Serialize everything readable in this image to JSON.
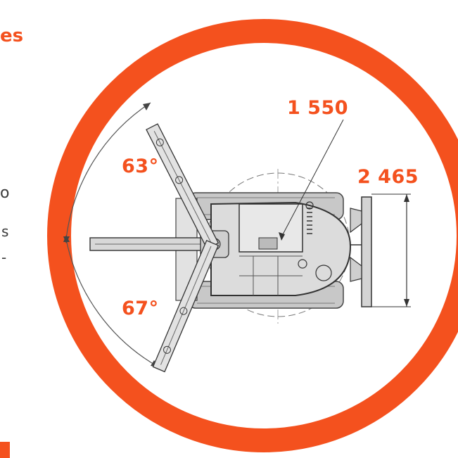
{
  "colors": {
    "accent": "#f4511e",
    "drawing_line": "#4a4a4a",
    "drawing_fill": "#d6d6d6",
    "text_dark": "#3a3a3a"
  },
  "header_fragment": "es",
  "side_text_fragments": [
    "o",
    "s",
    "-"
  ],
  "dimensions": {
    "swing_left_angle": "63°",
    "swing_right_angle": "67°",
    "tail_swing_radius": "1 550",
    "track_width": "2 465"
  }
}
